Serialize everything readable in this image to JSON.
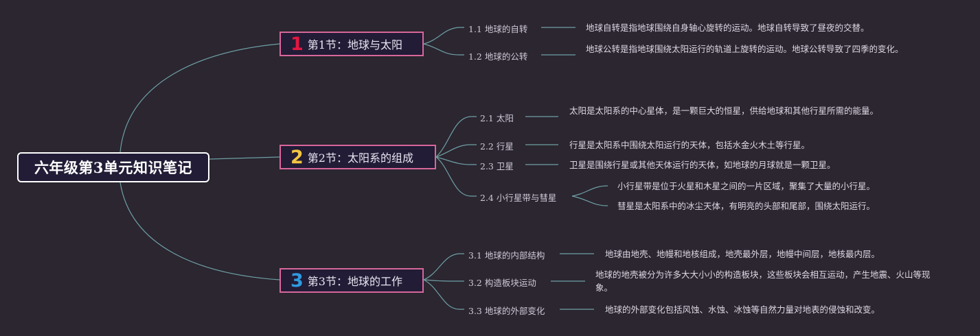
{
  "root": {
    "title": "六年级第3单元知识笔记"
  },
  "colors": {
    "line": "#6f9fa5",
    "section_border": "#d9679b",
    "root_border": "#ffffff"
  },
  "sections": [
    {
      "number": "1",
      "number_color": "#e4163f",
      "title": "第1节：地球与太阳",
      "topics": [
        {
          "label": "1.1 地球的自转",
          "desc": "地球自转是指地球围绕自身轴心旋转的运动。地球自转导致了昼夜的交替。"
        },
        {
          "label": "1.2 地球的公转",
          "desc": "地球公转是指地球围绕太阳运行的轨道上旋转的运动。地球公转导致了四季的变化。"
        }
      ]
    },
    {
      "number": "2",
      "number_color": "#f4c542",
      "title": "第2节：太阳系的组成",
      "topics": [
        {
          "label": "2.1 太阳",
          "desc": "太阳是太阳系的中心星体，是一颗巨大的恒星，供给地球和其他行星所需的能量。"
        },
        {
          "label": "2.2 行星",
          "desc": "行星是太阳系中围绕太阳运行的天体，包括水金火木土等行星。"
        },
        {
          "label": "2.3 卫星",
          "desc": "卫星是围绕行星或其他天体运行的天体，如地球的月球就是一颗卫星。"
        },
        {
          "label": "2.4 小行星带与彗星",
          "subs": [
            "小行星带是位于火星和木星之间的一片区域，聚集了大量的小行星。",
            "彗星是太阳系中的冰尘天体，有明亮的头部和尾部，围绕太阳运行。"
          ]
        }
      ]
    },
    {
      "number": "3",
      "number_color": "#2f9be0",
      "title": "第3节：地球的工作",
      "topics": [
        {
          "label": "3.1 地球的内部结构",
          "desc": "地球由地壳、地幔和地核组成，地壳最外层，地幔中间层，地核最内层。"
        },
        {
          "label": "3.2 构造板块运动",
          "desc": "地球的地壳被分为许多大大小小的构造板块，这些板块会相互运动，产生地震、火山等现象。"
        },
        {
          "label": "3.3 地球的外部变化",
          "desc": "地球的外部变化包括风蚀、水蚀、冰蚀等自然力量对地表的侵蚀和改变。"
        }
      ]
    }
  ]
}
